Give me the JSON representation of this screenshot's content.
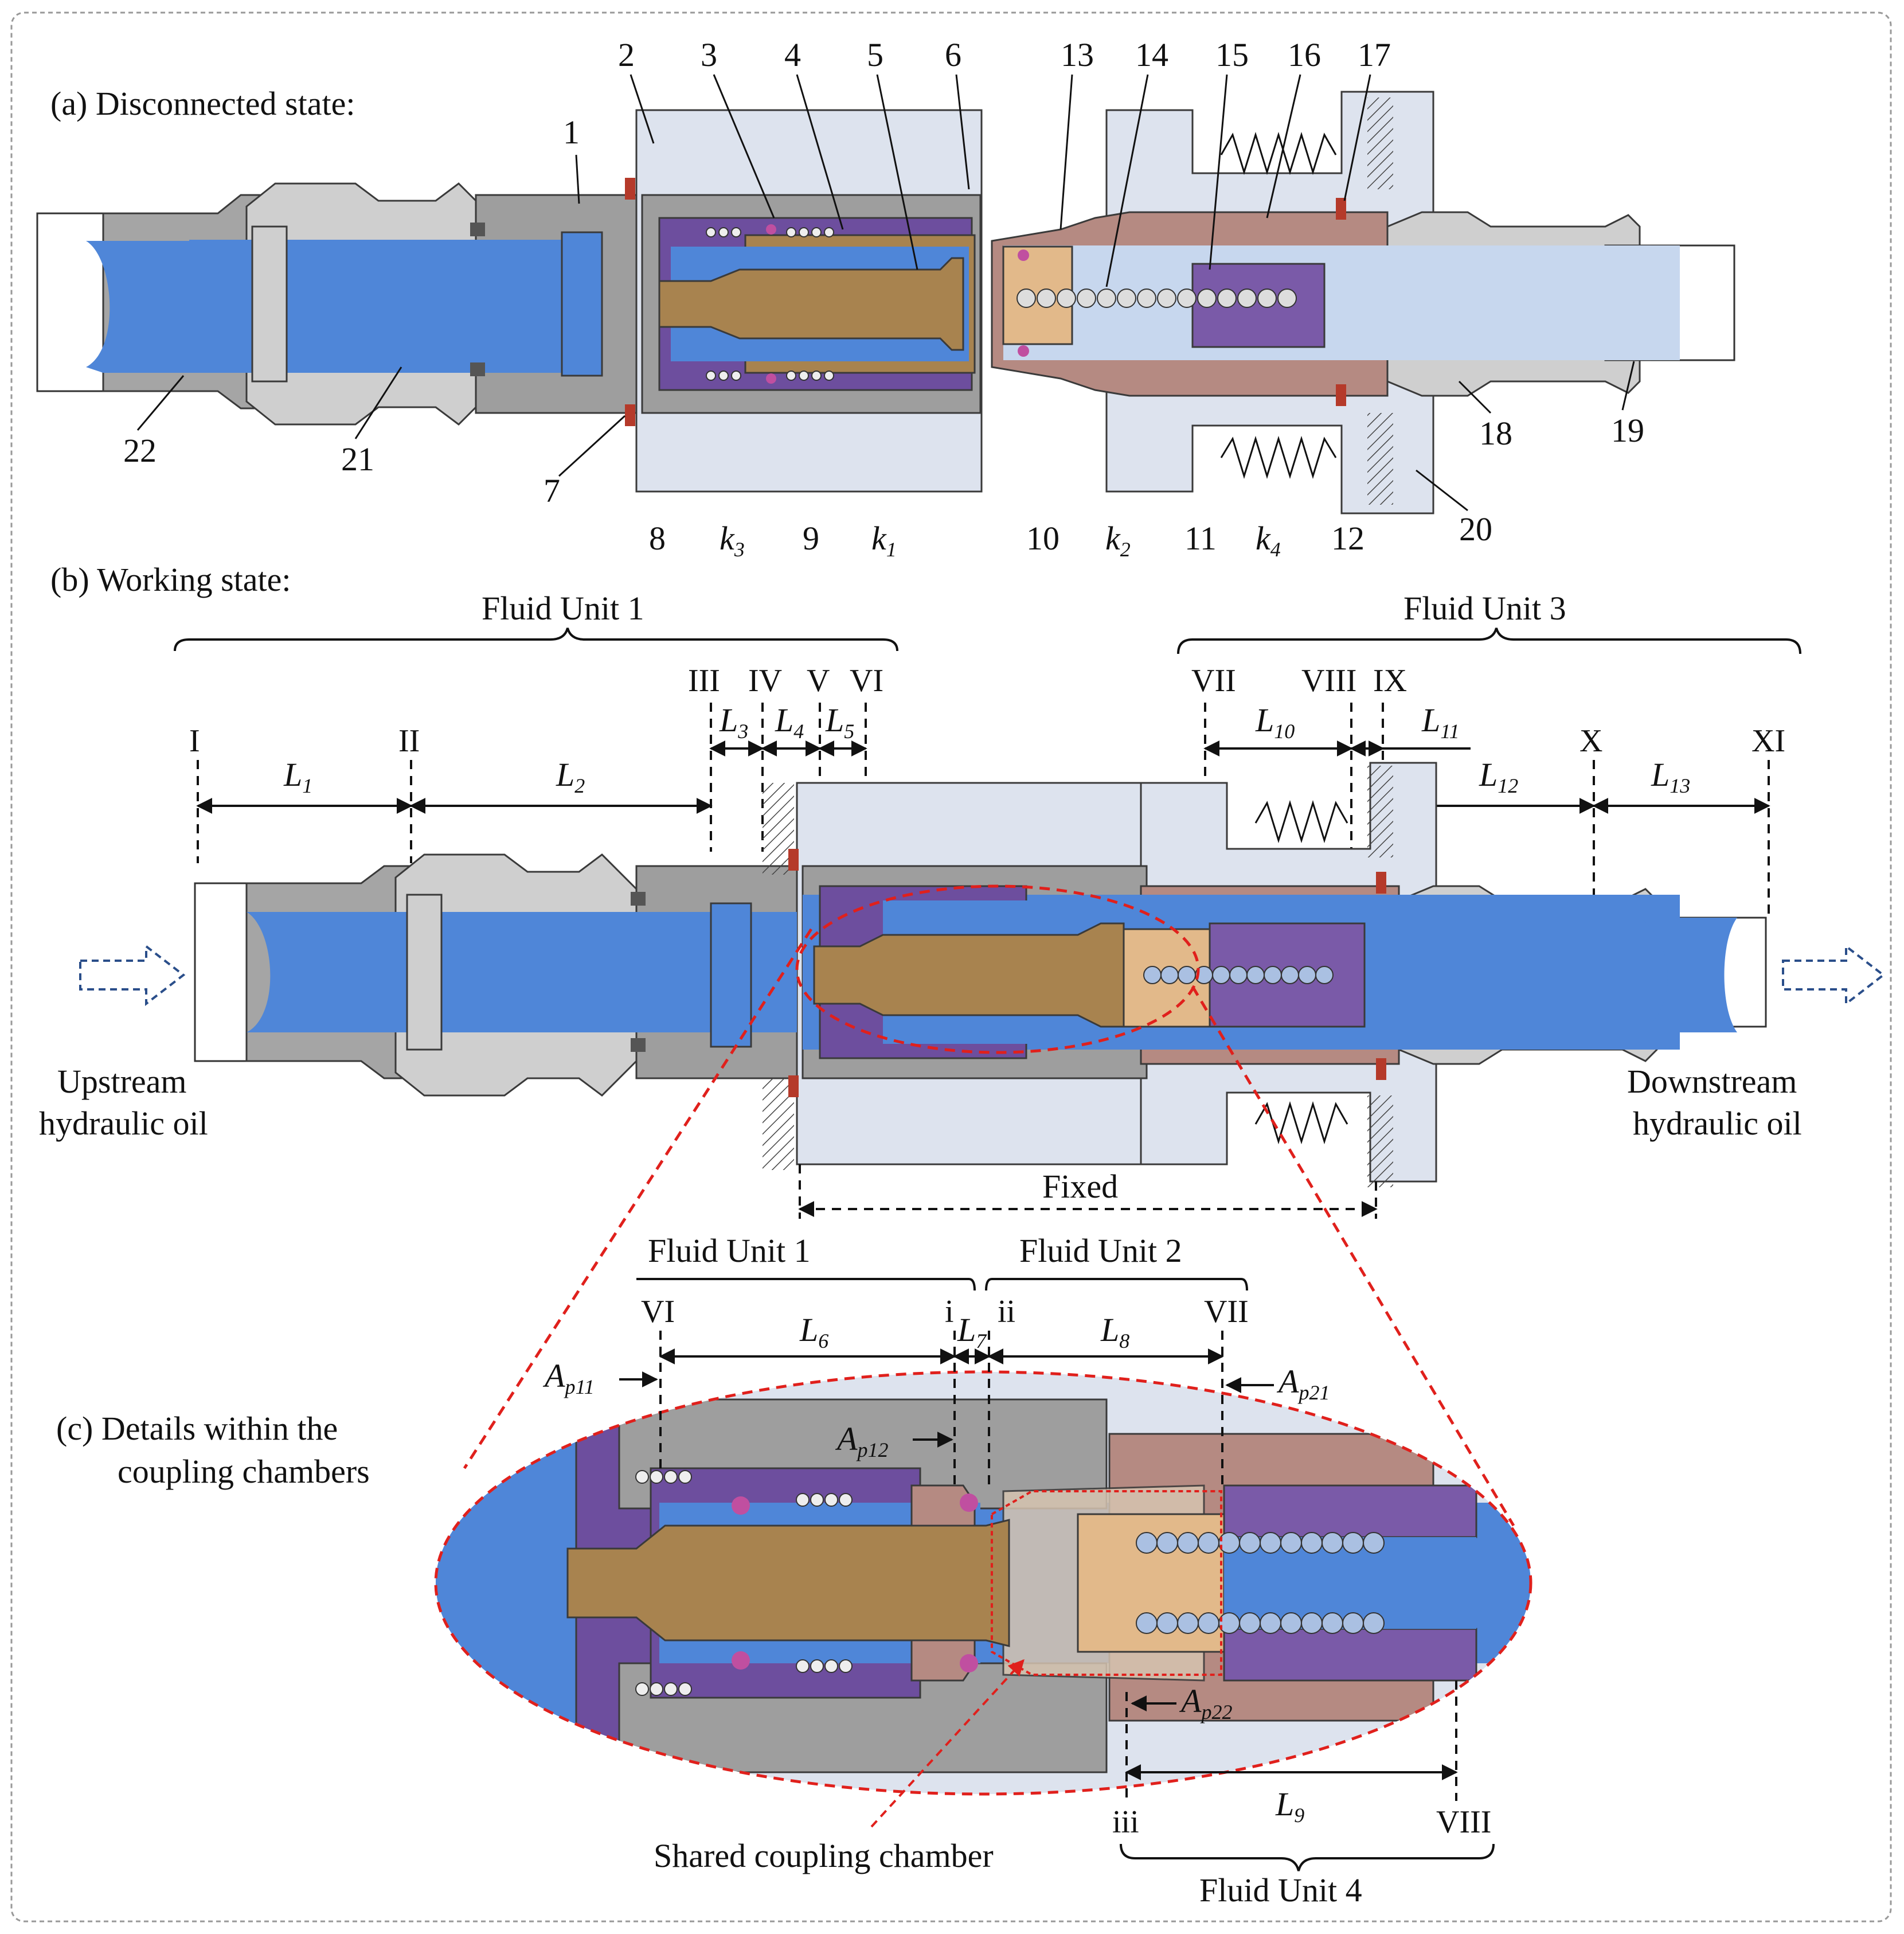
{
  "colors": {
    "fluid": "#4f86d8",
    "dark_steel": "#9a9a9a",
    "light_steel": "#cfcfcf",
    "housing": "#dde3ee",
    "bronze": "#a8834f",
    "tan": "#e2b98a",
    "rose": "#b58a82",
    "purple": "#7a5aa8",
    "seal_red": "#b53a2a",
    "seal_magenta": "#c04fa0",
    "accent_red": "#e0201c"
  },
  "panel_a": {
    "title": "(a)  Disconnected state:",
    "part_numbers": [
      "1",
      "2",
      "3",
      "4",
      "5",
      "6",
      "7",
      "8",
      "9",
      "10",
      "11",
      "12",
      "13",
      "14",
      "15",
      "16",
      "17",
      "18",
      "19",
      "20",
      "21",
      "22"
    ],
    "spring_labels": [
      {
        "base": "k",
        "sub": "3"
      },
      {
        "base": "k",
        "sub": "1"
      },
      {
        "base": "k",
        "sub": "2"
      },
      {
        "base": "k",
        "sub": "4"
      }
    ]
  },
  "panel_b": {
    "title": "(b)  Working state:",
    "fluid_unit_left": "Fluid Unit 1",
    "fluid_unit_right": "Fluid Unit 3",
    "sections": [
      "I",
      "II",
      "III",
      "IV",
      "V",
      "VI",
      "VII",
      "VIII",
      "IX",
      "X",
      "XI"
    ],
    "lengths": [
      {
        "base": "L",
        "sub": "1"
      },
      {
        "base": "L",
        "sub": "2"
      },
      {
        "base": "L",
        "sub": "3"
      },
      {
        "base": "L",
        "sub": "4"
      },
      {
        "base": "L",
        "sub": "5"
      },
      {
        "base": "L",
        "sub": "10"
      },
      {
        "base": "L",
        "sub": "11"
      },
      {
        "base": "L",
        "sub": "12"
      },
      {
        "base": "L",
        "sub": "13"
      }
    ],
    "upstream": [
      "Upstream",
      "hydraulic oil"
    ],
    "downstream": [
      "Downstream",
      "hydraulic oil"
    ],
    "fixed": "Fixed"
  },
  "panel_c": {
    "title": [
      "(c)  Details within the",
      "coupling chambers"
    ],
    "fluid_unit_1": "Fluid Unit 1",
    "fluid_unit_2": "Fluid Unit 2",
    "fluid_unit_4": "Fluid Unit 4",
    "sections": [
      "VI",
      "i",
      "ii",
      "VII",
      "iii",
      "VIII"
    ],
    "lengths": [
      {
        "base": "L",
        "sub": "6"
      },
      {
        "base": "L",
        "sub": "7"
      },
      {
        "base": "L",
        "sub": "8"
      },
      {
        "base": "L",
        "sub": "9"
      }
    ],
    "areas": [
      {
        "base": "A",
        "sub": "p11"
      },
      {
        "base": "A",
        "sub": "p12"
      },
      {
        "base": "A",
        "sub": "p21"
      },
      {
        "base": "A",
        "sub": "p22"
      }
    ],
    "shared_chamber": "Shared coupling chamber"
  }
}
